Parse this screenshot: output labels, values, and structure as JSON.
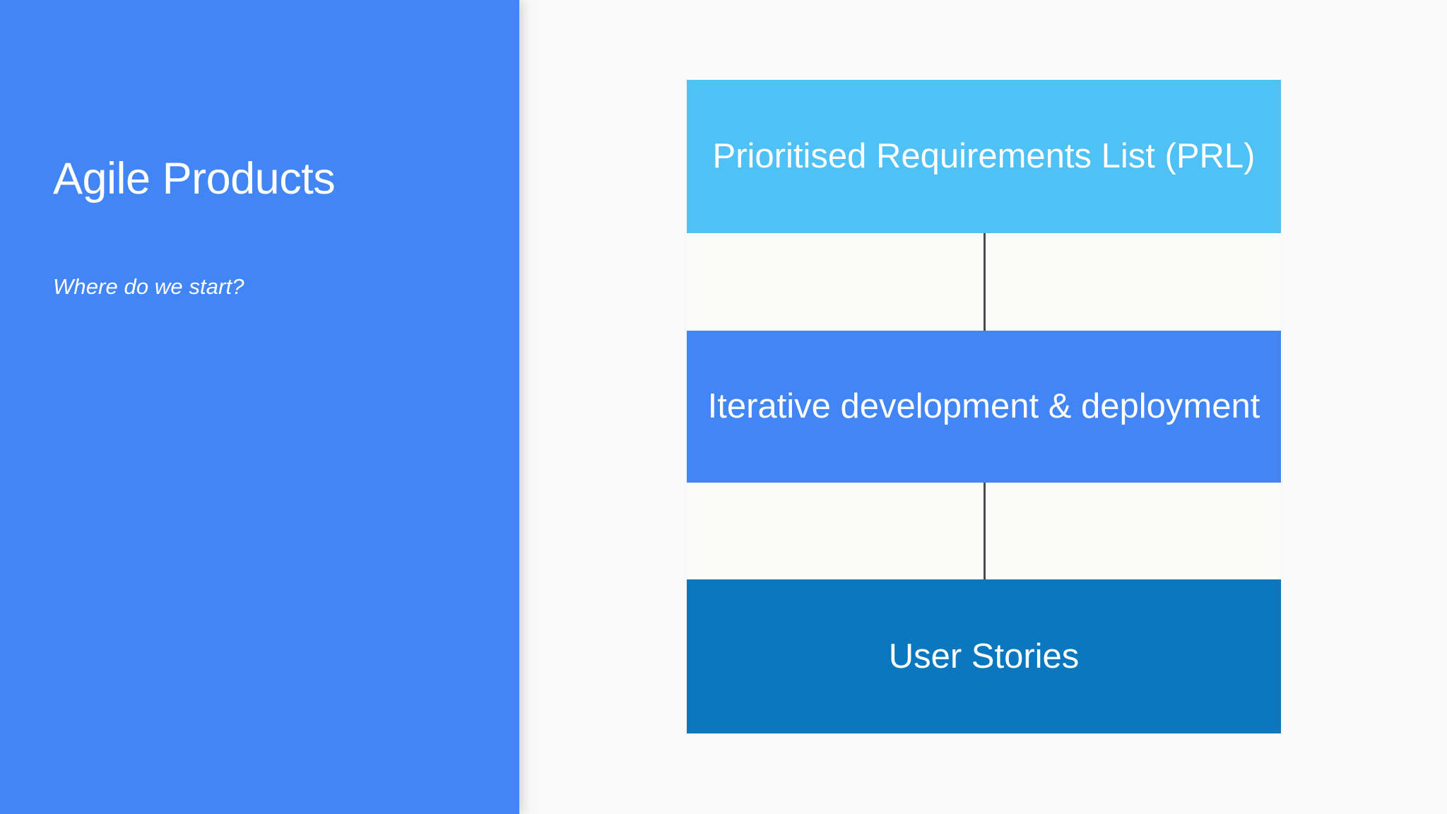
{
  "slide": {
    "title": "Agile Products",
    "subtitle": "Where do we start?",
    "panel_color": "#4285F4",
    "background_color": "#FAF9FA"
  },
  "diagram": {
    "type": "vertical-flow",
    "nodes": [
      {
        "id": "prl",
        "label": "Prioritised Requirements List (PRL)",
        "color": "#4FC1F5",
        "order": 1
      },
      {
        "id": "iterative-development",
        "label": "Iterative development & deployment",
        "color": "#4285F4",
        "order": 2
      },
      {
        "id": "user-stories",
        "label": "User Stories",
        "color": "#0B77BE",
        "order": 3
      }
    ],
    "connectors": [
      {
        "from": "prl",
        "to": "iterative-development",
        "color": "#4A4A4A"
      },
      {
        "from": "iterative-development",
        "to": "user-stories",
        "color": "#4A4A4A"
      }
    ]
  }
}
